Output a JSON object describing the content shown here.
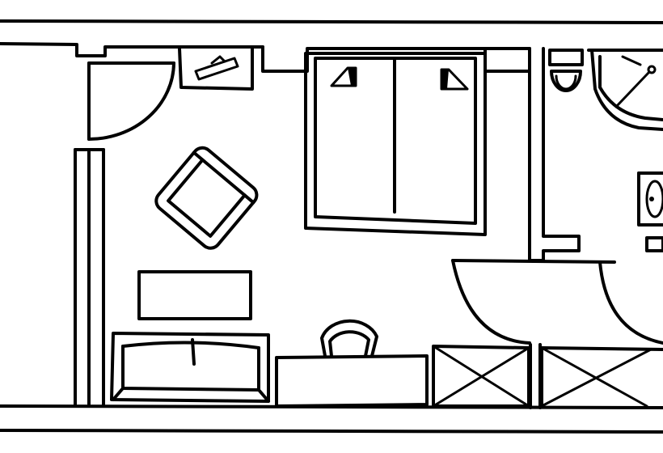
{
  "diagram": {
    "type": "floor-plan",
    "style": "hand-drawn line art",
    "labels": [],
    "colors": {
      "line": "#000000",
      "background": "#ffffff"
    },
    "rooms": [
      "bedroom",
      "bathroom"
    ],
    "fixtures": [
      "entrance-door",
      "luggage-rack",
      "double-bed",
      "armchair",
      "coffee-table",
      "sofa",
      "desk",
      "desk-chair",
      "wardrobe-left",
      "wardrobe-right",
      "toilet",
      "shower",
      "bathroom-sink"
    ]
  }
}
